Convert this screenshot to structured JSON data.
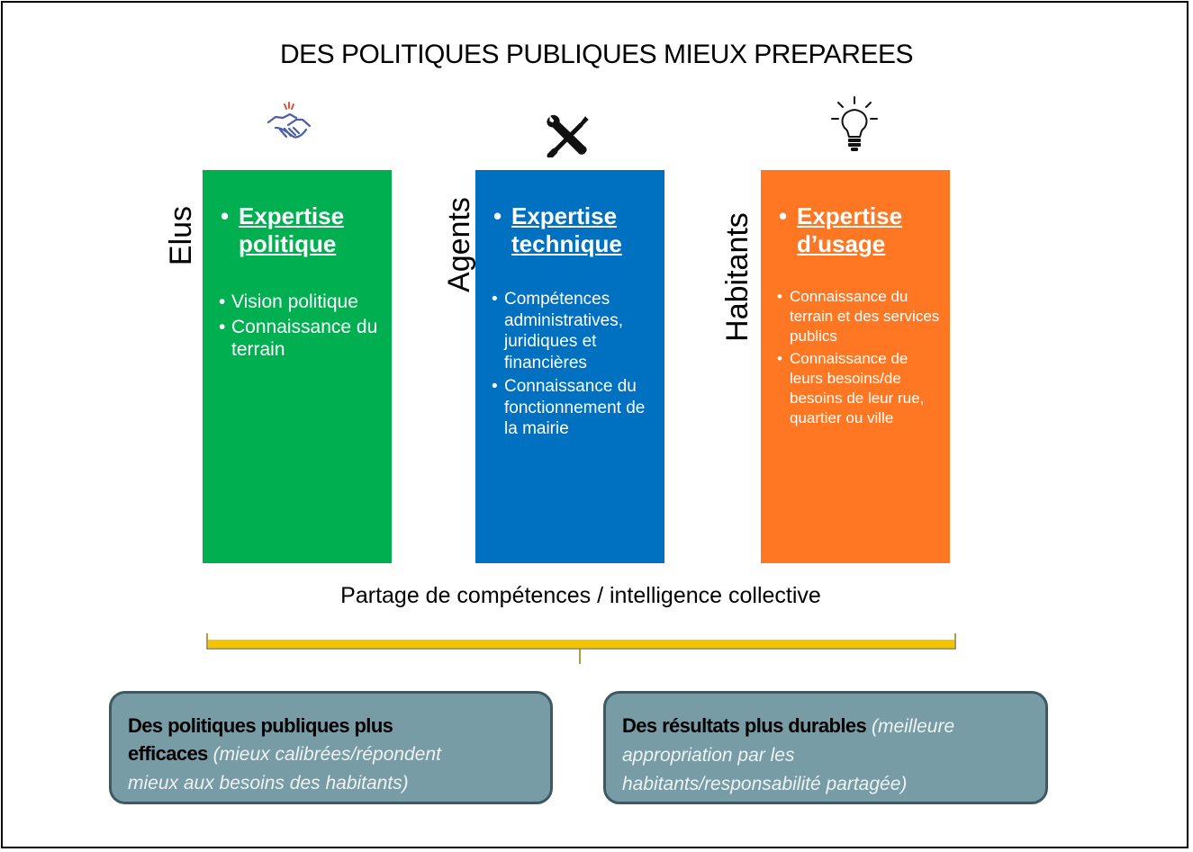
{
  "title": "DES POLITIQUES PUBLIQUES MIEUX PREPAREES",
  "icons": {
    "left": "handshake-icon",
    "middle": "tools-icon",
    "right": "lightbulb-icon"
  },
  "columns": [
    {
      "role": "Elus",
      "heading": "Expertise politique",
      "heading_lines": [
        "Expertise",
        "politique"
      ],
      "items": [
        "Vision politique",
        "Connaissance du terrain"
      ],
      "color": "#00b050"
    },
    {
      "role": "Agents",
      "heading": "Expertise technique",
      "heading_lines": [
        "Expertise",
        "technique"
      ],
      "items": [
        "Compétences administratives, juridiques et financières",
        "Connaissance du fonctionnement de la mairie"
      ],
      "color": "#0070c0"
    },
    {
      "role": "Habitants",
      "heading": "Expertise d’usage",
      "heading_lines": [
        "Expertise",
        "d’usage"
      ],
      "items": [
        "Connaissance du terrain et des services publics",
        "Connaissance de leurs besoins/de besoins de leur rue, quartier ou ville"
      ],
      "color": "#ff7722"
    }
  ],
  "connector_label": "Partage de compétences / intelligence collective",
  "brace_color": "#f5c400",
  "outcomes": [
    {
      "strong": "Des politiques publiques plus efficaces",
      "strong_lines": [
        "Des politiques publiques plus",
        "efficaces"
      ],
      "detail": "(mieux calibrées/répondent mieux aux besoins des habitants)",
      "detail_lines": [
        " (mieux calibrées/répondent",
        "mieux aux besoins des habitants)"
      ]
    },
    {
      "strong": "Des résultats plus durables",
      "detail": "(meilleure appropriation par les habitants/responsabilité partagée)",
      "detail_lines": [
        " (meilleure",
        "appropriation par les",
        "habitants/responsabilité partagée)"
      ]
    }
  ]
}
